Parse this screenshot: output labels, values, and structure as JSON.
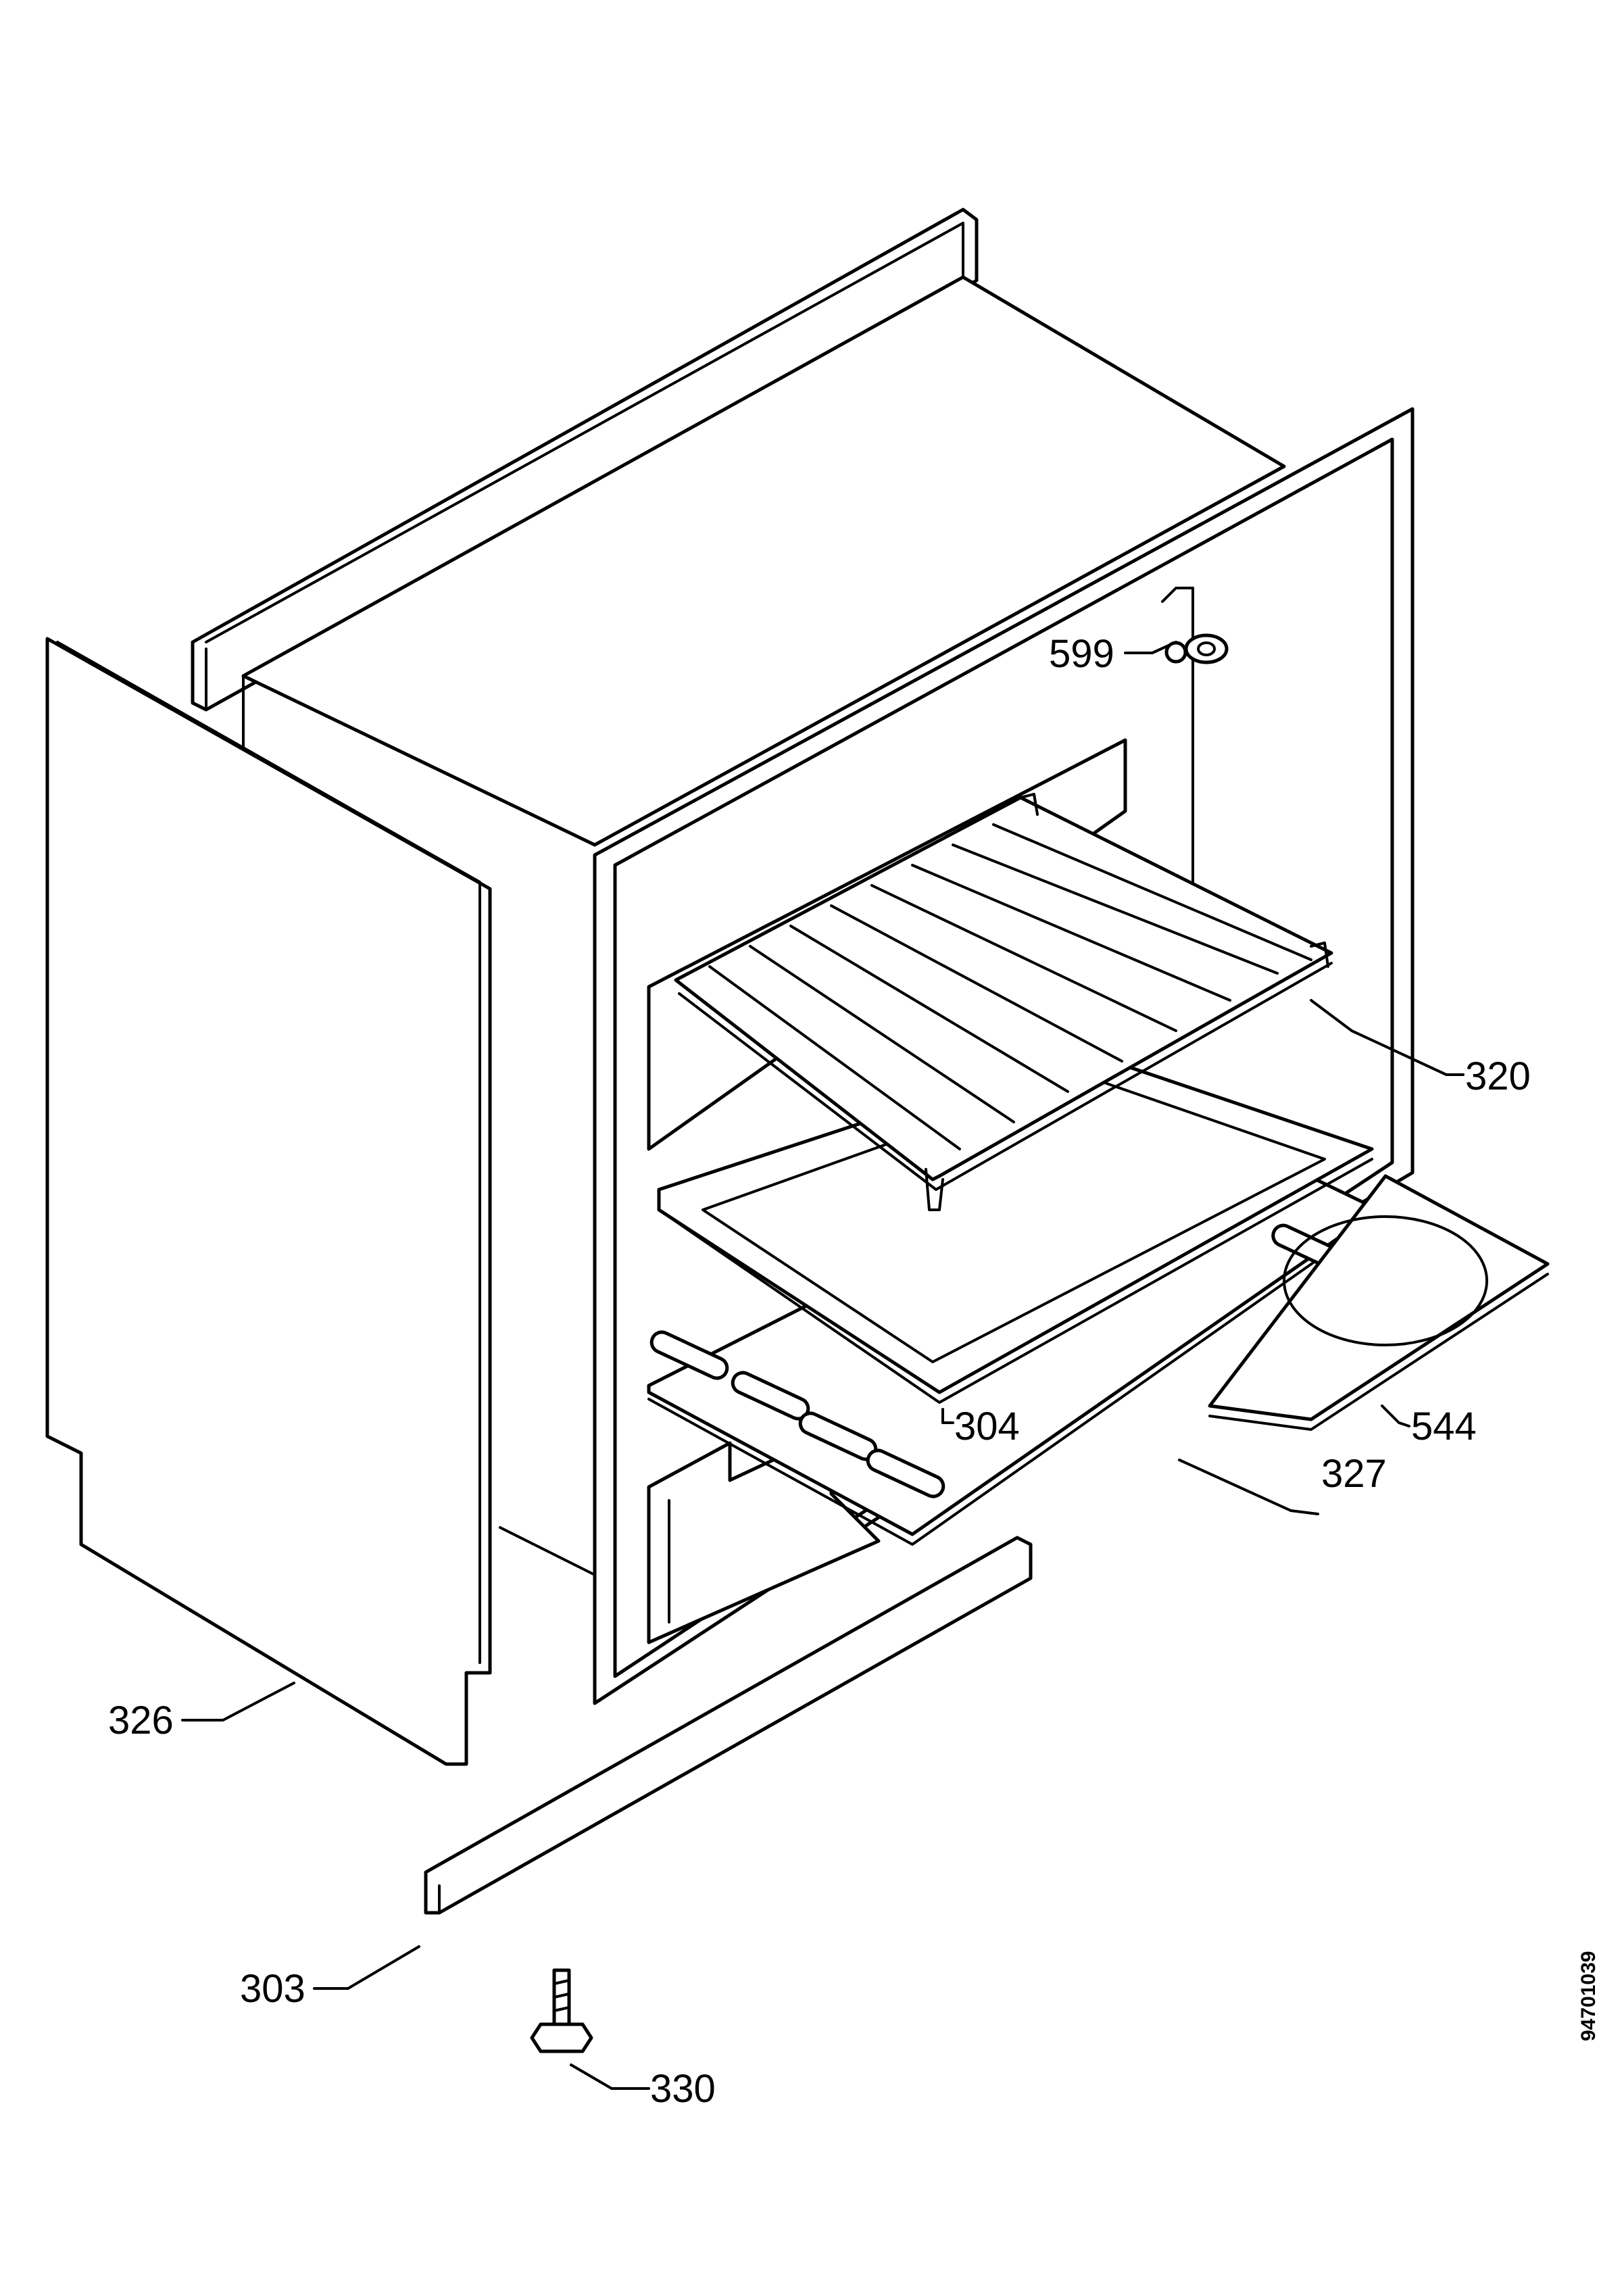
{
  "diagram": {
    "document_code": "94701039",
    "callouts": {
      "p599": "599",
      "p320": "320",
      "p304": "304",
      "p544": "544",
      "p327": "327",
      "p326": "326",
      "p303": "303",
      "p330": "330"
    }
  }
}
